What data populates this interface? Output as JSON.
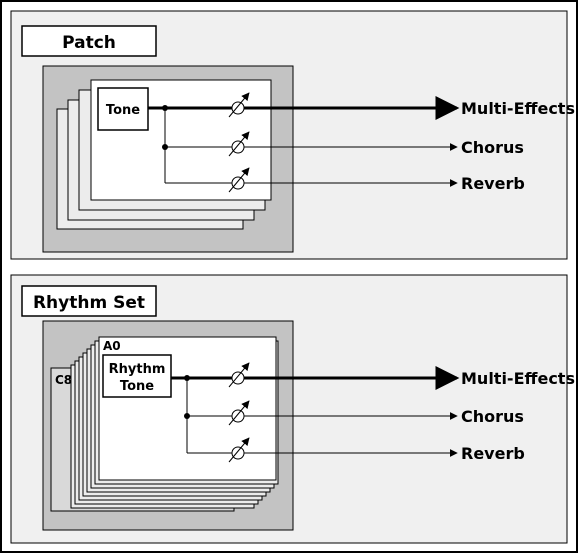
{
  "patch": {
    "title": "Patch",
    "tone_label": "Tone"
  },
  "rhythm_set": {
    "title": "Rhythm Set",
    "top_layer_label": "A0",
    "bottom_layer_label": "C8",
    "tone_label_line1": "Rhythm",
    "tone_label_line2": "Tone"
  },
  "outputs": {
    "multi_effects": "Multi-Effects",
    "chorus": "Chorus",
    "reverb": "Reverb"
  }
}
